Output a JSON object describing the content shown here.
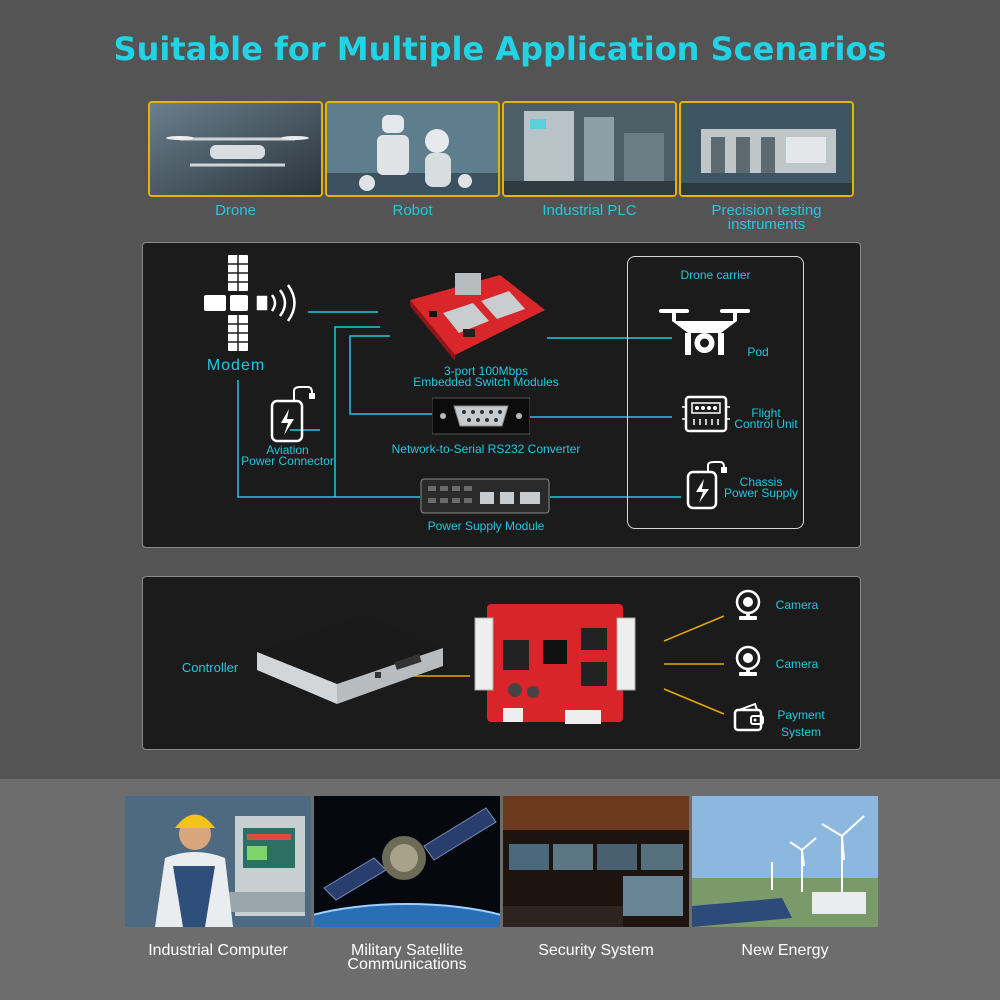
{
  "title": "Suitable for Multiple Application Scenarios",
  "scenarios": [
    {
      "label": "Drone"
    },
    {
      "label": "Robot"
    },
    {
      "label": "Industrial PLC"
    },
    {
      "label_line1": "Precision testing",
      "label_line2": "instruments"
    }
  ],
  "diagram1": {
    "modem_label": "Modem",
    "aviation_line1": "Aviation",
    "aviation_line2": "Power Connector",
    "switch_line1": "3-port 100Mbps",
    "switch_line2": "Embedded Switch Modules",
    "converter_label": "Network-to-Serial RS232 Converter",
    "power_module_label": "Power Supply Module",
    "carrier_title": "Drone carrier",
    "pod_label": "Pod",
    "fcu_line1": "Flight",
    "fcu_line2": "Control Unit",
    "chassis_line1": "Chassis",
    "chassis_line2": "Power Supply",
    "line_color": "#22c8e0"
  },
  "diagram2": {
    "controller_label": "Controller",
    "camera1_label": "Camera",
    "camera2_label": "Camera",
    "payment_line1": "Payment",
    "payment_line2": "System",
    "line_color": "#e6a800"
  },
  "applications": [
    {
      "label": "Industrial Computer"
    },
    {
      "label_line1": "Military Satellite",
      "label_line2": "Communications"
    },
    {
      "label": "Security System"
    },
    {
      "label": "New Energy"
    }
  ]
}
